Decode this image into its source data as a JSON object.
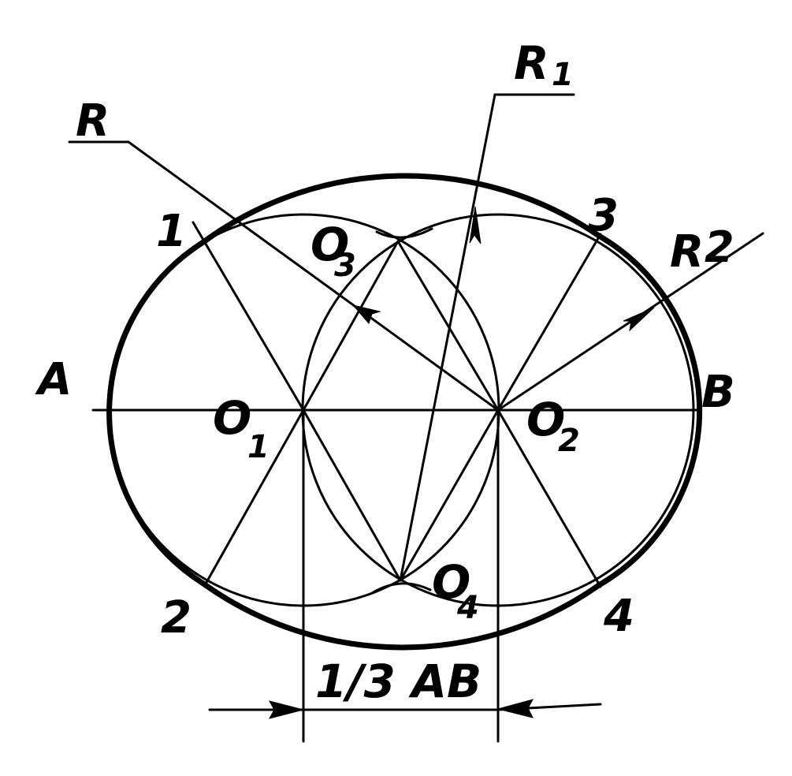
{
  "colors": {
    "ink": "#000000",
    "paper": "#ffffff"
  },
  "labels": {
    "A": "A",
    "B": "B",
    "O": "O",
    "sub1": "1",
    "sub2": "2",
    "sub3": "3",
    "sub4": "4",
    "R": "R",
    "R1_main": "R",
    "R1_sub": "1",
    "R2_main": "R",
    "R2_sub": "2",
    "n1": "1",
    "n2": "2",
    "n3": "3",
    "n4": "4",
    "dimension": "1/3 AB"
  }
}
